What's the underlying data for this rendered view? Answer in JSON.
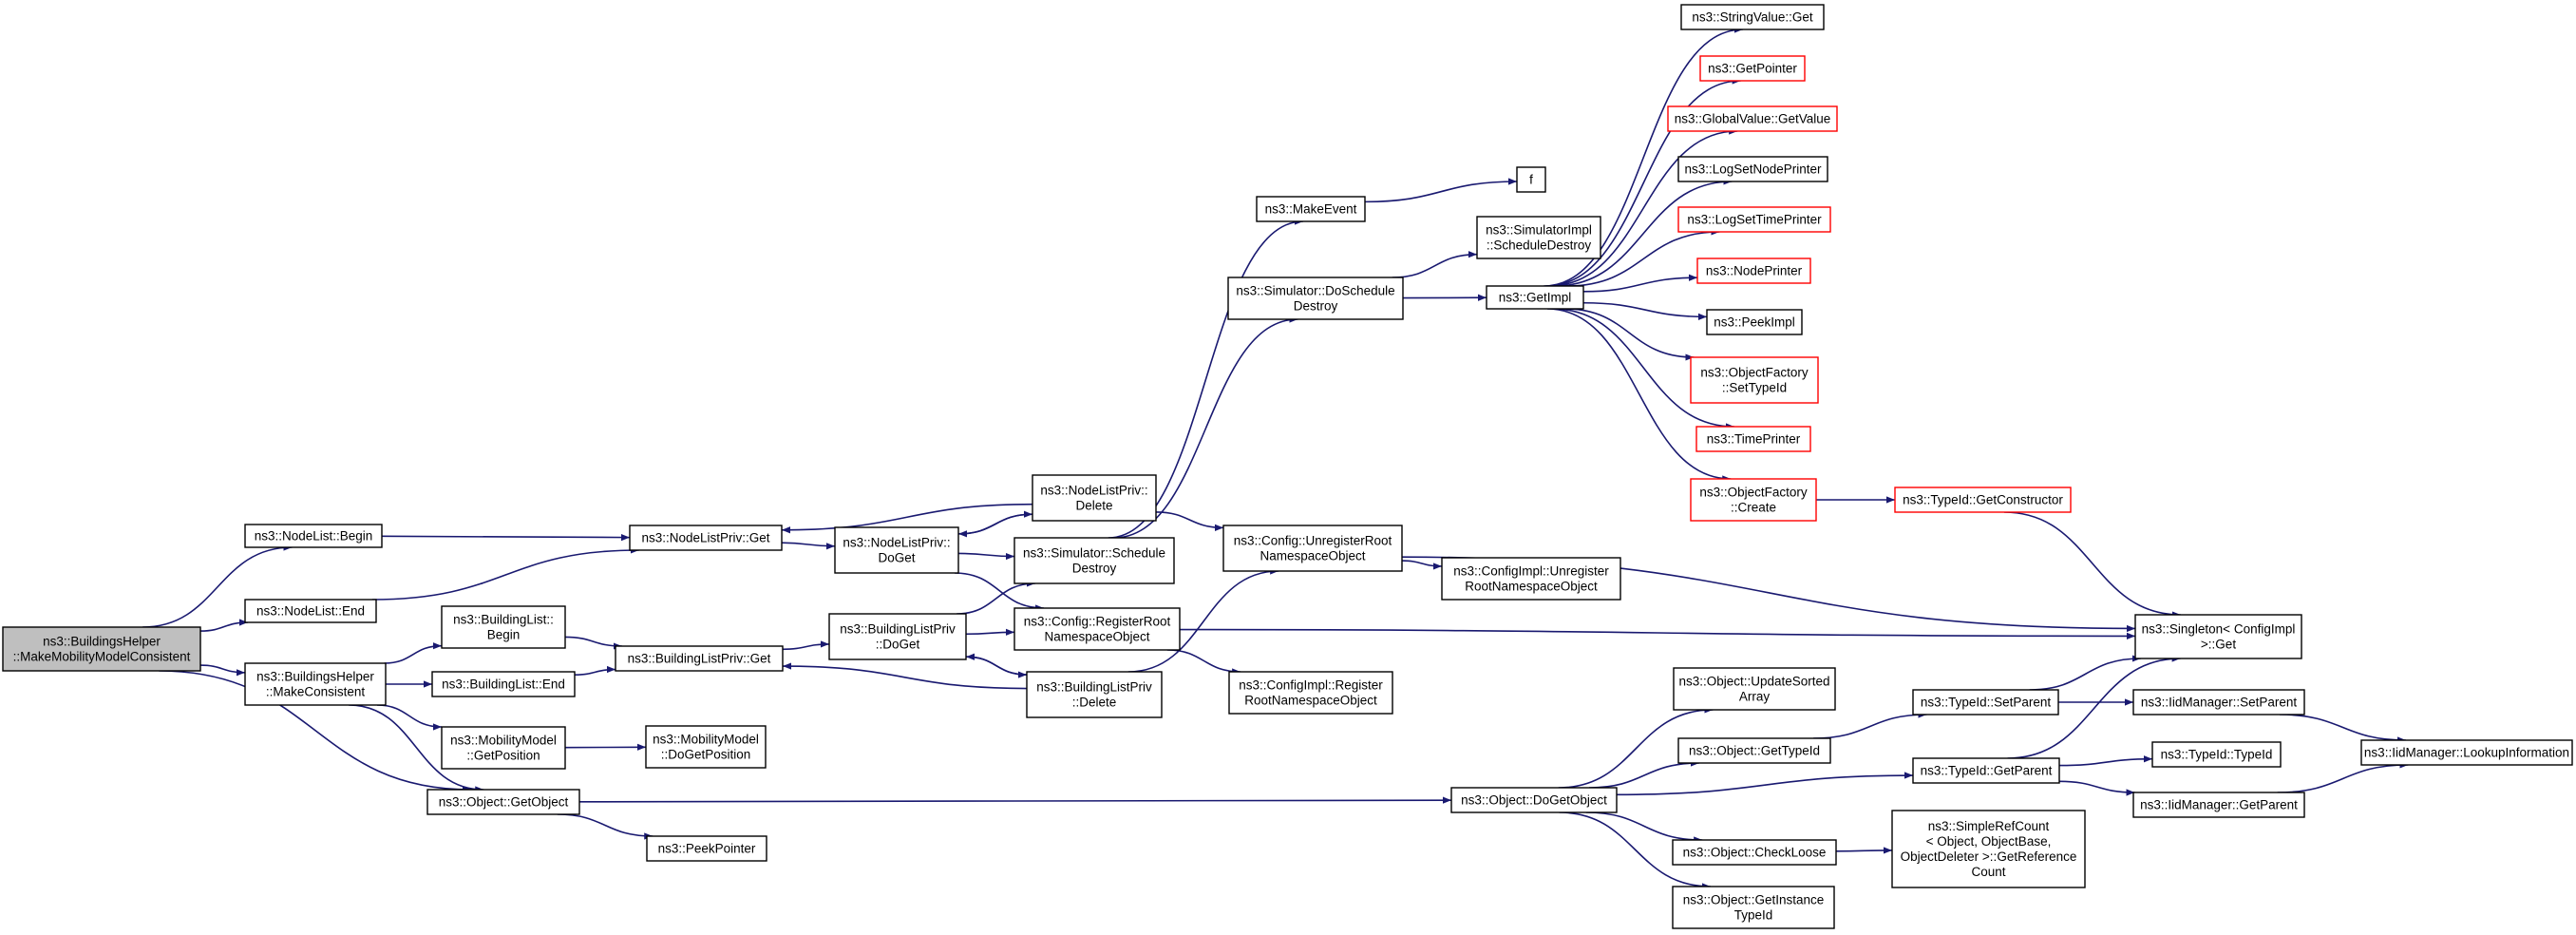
{
  "graph": {
    "edge_color": "#191970",
    "truncated_border_color": "#ff0000",
    "root_fill": "#bfbfbf",
    "nodes": [
      {
        "id": "root",
        "lines": [
          "ns3::BuildingsHelper",
          "::MakeMobilityModelConsistent"
        ],
        "style": "root"
      },
      {
        "id": "nl_begin",
        "lines": [
          "ns3::NodeList::Begin"
        ]
      },
      {
        "id": "nl_end",
        "lines": [
          "ns3::NodeList::End"
        ]
      },
      {
        "id": "bh_make",
        "lines": [
          "ns3::BuildingsHelper",
          "::MakeConsistent"
        ]
      },
      {
        "id": "obj_getobject",
        "lines": [
          "ns3::Object::GetObject"
        ]
      },
      {
        "id": "bl_begin",
        "lines": [
          "ns3::BuildingList::",
          "Begin"
        ]
      },
      {
        "id": "bl_end",
        "lines": [
          "ns3::BuildingList::End"
        ]
      },
      {
        "id": "mm_getpos",
        "lines": [
          "ns3::MobilityModel",
          "::GetPosition"
        ]
      },
      {
        "id": "peekpointer",
        "lines": [
          "ns3::PeekPointer"
        ]
      },
      {
        "id": "mm_dogetpos",
        "lines": [
          "ns3::MobilityModel",
          "::DoGetPosition"
        ]
      },
      {
        "id": "nlp_get",
        "lines": [
          "ns3::NodeListPriv::Get"
        ]
      },
      {
        "id": "blp_get",
        "lines": [
          "ns3::BuildingListPriv::Get"
        ]
      },
      {
        "id": "nlp_doget",
        "lines": [
          "ns3::NodeListPriv::",
          "DoGet"
        ]
      },
      {
        "id": "blp_doget",
        "lines": [
          "ns3::BuildingListPriv",
          "::DoGet"
        ]
      },
      {
        "id": "nlp_delete",
        "lines": [
          "ns3::NodeListPriv::",
          "Delete"
        ]
      },
      {
        "id": "sim_schedule",
        "lines": [
          "ns3::Simulator::Schedule",
          "Destroy"
        ]
      },
      {
        "id": "cfg_register",
        "lines": [
          "ns3::Config::RegisterRoot",
          "NamespaceObject"
        ]
      },
      {
        "id": "blp_delete",
        "lines": [
          "ns3::BuildingListPriv",
          "::Delete"
        ]
      },
      {
        "id": "makeevent",
        "lines": [
          "ns3::MakeEvent"
        ]
      },
      {
        "id": "sim_doschedule",
        "lines": [
          "ns3::Simulator::DoSchedule",
          "Destroy"
        ]
      },
      {
        "id": "cfg_unregister",
        "lines": [
          "ns3::Config::UnregisterRoot",
          "NamespaceObject"
        ]
      },
      {
        "id": "cfgimpl_register",
        "lines": [
          "ns3::ConfigImpl::Register",
          "RootNamespaceObject"
        ]
      },
      {
        "id": "f",
        "lines": [
          "f"
        ]
      },
      {
        "id": "simimpl_sched",
        "lines": [
          "ns3::SimulatorImpl",
          "::ScheduleDestroy"
        ]
      },
      {
        "id": "getimpl",
        "lines": [
          "ns3::GetImpl"
        ]
      },
      {
        "id": "cfgimpl_unregister",
        "lines": [
          "ns3::ConfigImpl::Unregister",
          "RootNamespaceObject"
        ]
      },
      {
        "id": "obj_dogetobject",
        "lines": [
          "ns3::Object::DoGetObject"
        ]
      },
      {
        "id": "sv_get",
        "lines": [
          "ns3::StringValue::Get"
        ]
      },
      {
        "id": "getpointer",
        "lines": [
          "ns3::GetPointer"
        ],
        "style": "red"
      },
      {
        "id": "gv_getvalue",
        "lines": [
          "ns3::GlobalValue::GetValue"
        ],
        "style": "red"
      },
      {
        "id": "logsetnodeprinter",
        "lines": [
          "ns3::LogSetNodePrinter"
        ]
      },
      {
        "id": "logsettimeprinter",
        "lines": [
          "ns3::LogSetTimePrinter"
        ],
        "style": "red"
      },
      {
        "id": "nodeprinter",
        "lines": [
          "ns3::NodePrinter"
        ],
        "style": "red"
      },
      {
        "id": "peekimpl",
        "lines": [
          "ns3::PeekImpl"
        ]
      },
      {
        "id": "of_settypeid",
        "lines": [
          "ns3::ObjectFactory",
          "::SetTypeId"
        ],
        "style": "red"
      },
      {
        "id": "timeprinter",
        "lines": [
          "ns3::TimePrinter"
        ],
        "style": "red"
      },
      {
        "id": "of_create",
        "lines": [
          "ns3::ObjectFactory",
          "::Create"
        ],
        "style": "red"
      },
      {
        "id": "obj_updatesorted",
        "lines": [
          "ns3::Object::UpdateSorted",
          "Array"
        ]
      },
      {
        "id": "obj_gettypeid",
        "lines": [
          "ns3::Object::GetTypeId"
        ]
      },
      {
        "id": "obj_checkloose",
        "lines": [
          "ns3::Object::CheckLoose"
        ]
      },
      {
        "id": "obj_getinstance",
        "lines": [
          "ns3::Object::GetInstance",
          "TypeId"
        ]
      },
      {
        "id": "typeid_getconstructor",
        "lines": [
          "ns3::TypeId::GetConstructor"
        ],
        "style": "red"
      },
      {
        "id": "typeid_setparent",
        "lines": [
          "ns3::TypeId::SetParent"
        ]
      },
      {
        "id": "typeid_getparent",
        "lines": [
          "ns3::TypeId::GetParent"
        ]
      },
      {
        "id": "simplerefcount",
        "lines": [
          "ns3::SimpleRefCount",
          "< Object, ObjectBase,",
          "ObjectDeleter >::GetReference",
          "Count"
        ]
      },
      {
        "id": "singleton_get",
        "lines": [
          "ns3::Singleton< ConfigImpl",
          " >::Get"
        ]
      },
      {
        "id": "iid_setparent",
        "lines": [
          "ns3::IidManager::SetParent"
        ]
      },
      {
        "id": "typeid_typeid",
        "lines": [
          "ns3::TypeId::TypeId"
        ]
      },
      {
        "id": "iid_getparent",
        "lines": [
          "ns3::IidManager::GetParent"
        ]
      },
      {
        "id": "iid_lookup",
        "lines": [
          "ns3::IidManager::LookupInformation"
        ]
      }
    ],
    "edges": [
      [
        "root",
        "nl_begin"
      ],
      [
        "root",
        "nl_end"
      ],
      [
        "root",
        "bh_make"
      ],
      [
        "root",
        "obj_getobject"
      ],
      [
        "nl_begin",
        "nlp_get"
      ],
      [
        "nl_end",
        "nlp_get"
      ],
      [
        "bh_make",
        "bl_begin"
      ],
      [
        "bh_make",
        "bl_end"
      ],
      [
        "bh_make",
        "mm_getpos"
      ],
      [
        "bh_make",
        "obj_getobject"
      ],
      [
        "bl_begin",
        "blp_get"
      ],
      [
        "bl_end",
        "blp_get"
      ],
      [
        "mm_getpos",
        "mm_dogetpos"
      ],
      [
        "obj_getobject",
        "peekpointer"
      ],
      [
        "obj_getobject",
        "obj_dogetobject"
      ],
      [
        "nlp_get",
        "nlp_doget"
      ],
      [
        "nlp_doget",
        "nlp_delete"
      ],
      [
        "nlp_doget",
        "sim_schedule"
      ],
      [
        "nlp_doget",
        "cfg_register"
      ],
      [
        "nlp_delete",
        "nlp_get"
      ],
      [
        "nlp_delete",
        "nlp_doget"
      ],
      [
        "nlp_delete",
        "cfg_unregister"
      ],
      [
        "blp_get",
        "blp_doget"
      ],
      [
        "blp_doget",
        "sim_schedule"
      ],
      [
        "blp_doget",
        "cfg_register"
      ],
      [
        "blp_doget",
        "blp_delete"
      ],
      [
        "blp_delete",
        "blp_get"
      ],
      [
        "blp_delete",
        "blp_doget"
      ],
      [
        "blp_delete",
        "cfg_unregister"
      ],
      [
        "sim_schedule",
        "makeevent"
      ],
      [
        "sim_schedule",
        "sim_doschedule"
      ],
      [
        "sim_doschedule",
        "simimpl_sched"
      ],
      [
        "sim_doschedule",
        "getimpl"
      ],
      [
        "makeevent",
        "f"
      ],
      [
        "cfg_register",
        "cfgimpl_register"
      ],
      [
        "cfg_register",
        "singleton_get"
      ],
      [
        "cfg_unregister",
        "cfgimpl_unregister"
      ],
      [
        "cfg_unregister",
        "singleton_get"
      ],
      [
        "getimpl",
        "sv_get"
      ],
      [
        "getimpl",
        "getpointer"
      ],
      [
        "getimpl",
        "gv_getvalue"
      ],
      [
        "getimpl",
        "logsetnodeprinter"
      ],
      [
        "getimpl",
        "logsettimeprinter"
      ],
      [
        "getimpl",
        "nodeprinter"
      ],
      [
        "getimpl",
        "peekimpl"
      ],
      [
        "getimpl",
        "of_settypeid"
      ],
      [
        "getimpl",
        "timeprinter"
      ],
      [
        "getimpl",
        "of_create"
      ],
      [
        "of_create",
        "typeid_getconstructor"
      ],
      [
        "typeid_getconstructor",
        "singleton_get"
      ],
      [
        "obj_dogetobject",
        "obj_updatesorted"
      ],
      [
        "obj_dogetobject",
        "obj_gettypeid"
      ],
      [
        "obj_dogetobject",
        "typeid_getparent"
      ],
      [
        "obj_dogetobject",
        "obj_checkloose"
      ],
      [
        "obj_dogetobject",
        "obj_getinstance"
      ],
      [
        "obj_gettypeid",
        "typeid_setparent"
      ],
      [
        "typeid_setparent",
        "singleton_get"
      ],
      [
        "typeid_setparent",
        "iid_setparent"
      ],
      [
        "typeid_getparent",
        "singleton_get"
      ],
      [
        "typeid_getparent",
        "typeid_typeid"
      ],
      [
        "typeid_getparent",
        "iid_getparent"
      ],
      [
        "obj_checkloose",
        "simplerefcount"
      ],
      [
        "iid_setparent",
        "iid_lookup"
      ],
      [
        "iid_getparent",
        "iid_lookup"
      ]
    ]
  }
}
